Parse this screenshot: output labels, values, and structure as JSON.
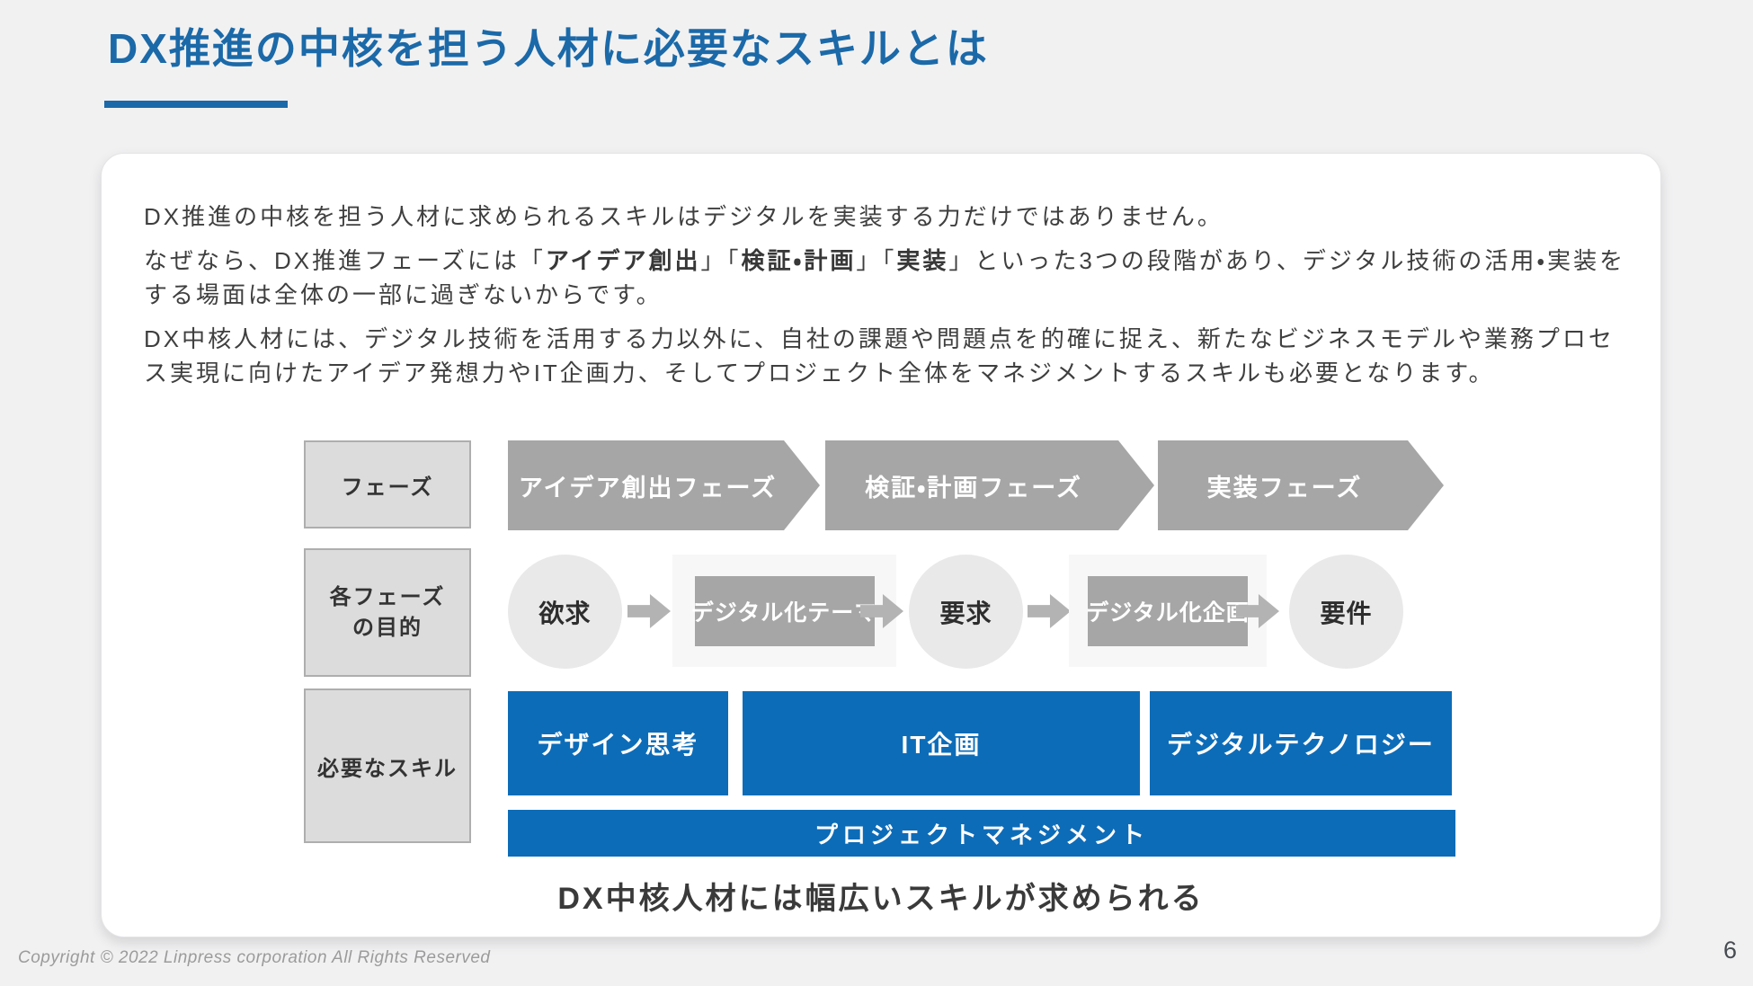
{
  "slide": {
    "title": "DX推進の中核を担う人材に必要なスキルとは",
    "conclusion": "DX中核人材には幅広いスキルが求められる",
    "footer": "Copyright © 2022 Linpress corporation All Rights Reserved",
    "page_number": "6"
  },
  "intro": {
    "p1": "DX推進の中核を担う人材に求められるスキルはデジタルを実装する力だけではありません。",
    "p2": {
      "s1": "なぜなら、DX推進フェーズには「",
      "b1": "アイデア創出",
      "s2": "」「",
      "b2": "検証・計画",
      "s3": "」「",
      "b3": "実装",
      "s4": "」といった3つの段階があり、デジタル技術の活用・実装をする場面は全体の一部に過ぎないからです。"
    },
    "p3": "DX中核人材には、デジタル技術を活用する力以外に、自社の課題や問題点を的確に捉え、新たなビジネスモデルや業務プロセス実現に向けたアイデア発想力やIT企画力、そしてプロジェクト全体をマネジメントするスキルも必要となります。"
  },
  "diagram": {
    "row_labels": {
      "phase": "フェーズ",
      "purpose_line1": "各フェーズ",
      "purpose_line2": "の目的",
      "skills": "必要なスキル"
    },
    "phases": [
      "アイデア創出フェーズ",
      "検証・計画フェーズ",
      "実装フェーズ"
    ],
    "purpose_flow": {
      "want": "欲求",
      "digital_theme": "デジタル化テーマ",
      "request": "要求",
      "digital_plan": "デジタル化企画",
      "requirement": "要件"
    },
    "skills": {
      "design_thinking": "デザイン思考",
      "it_planning": "IT企画",
      "digital_technology": "デジタルテクノロジー",
      "project_management": "プロジェクトマネジメント"
    },
    "colors": {
      "title_blue": "#1b69a8",
      "skill_blue": "#0d6cb8",
      "arrow_gray": "#a6a6a6",
      "label_box_gray": "#dcdcdc",
      "circle_gray": "#e9e9e9"
    }
  }
}
